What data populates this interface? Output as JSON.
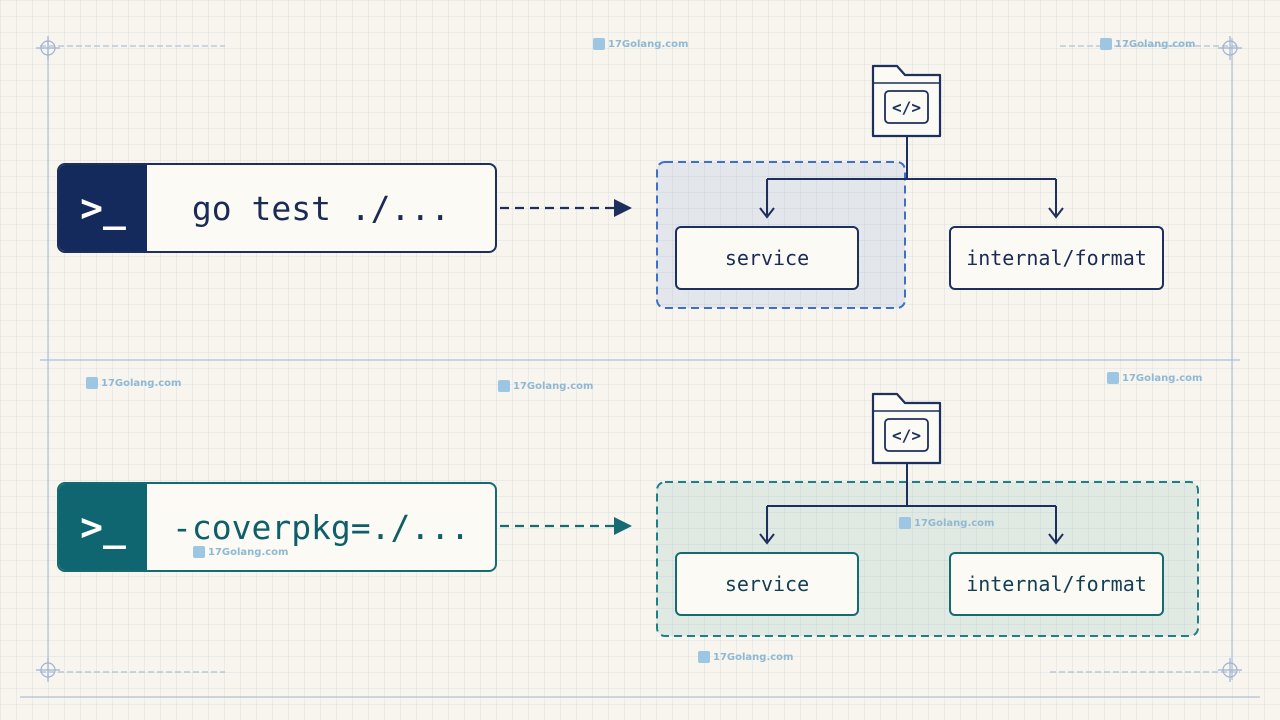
{
  "colors": {
    "navy": "#142a5c",
    "teal": "#0f6670",
    "highlight_blue": "#3f6fc6",
    "highlight_teal": "#1f7f86"
  },
  "top_example": {
    "prompt_icon": "terminal-prompt-icon",
    "prompt_glyph": ">_",
    "command": "go test ./...",
    "folder_icon": "code-folder-icon",
    "folder_glyph": "</>",
    "packages": [
      "service",
      "internal/format"
    ],
    "covered": [
      "service"
    ]
  },
  "bottom_example": {
    "prompt_icon": "terminal-prompt-icon",
    "prompt_glyph": ">_",
    "command": "-coverpkg=./...",
    "folder_icon": "code-folder-icon",
    "folder_glyph": "</>",
    "packages": [
      "service",
      "internal/format"
    ],
    "covered": [
      "service",
      "internal/format"
    ]
  },
  "watermark": "17Golang.com"
}
